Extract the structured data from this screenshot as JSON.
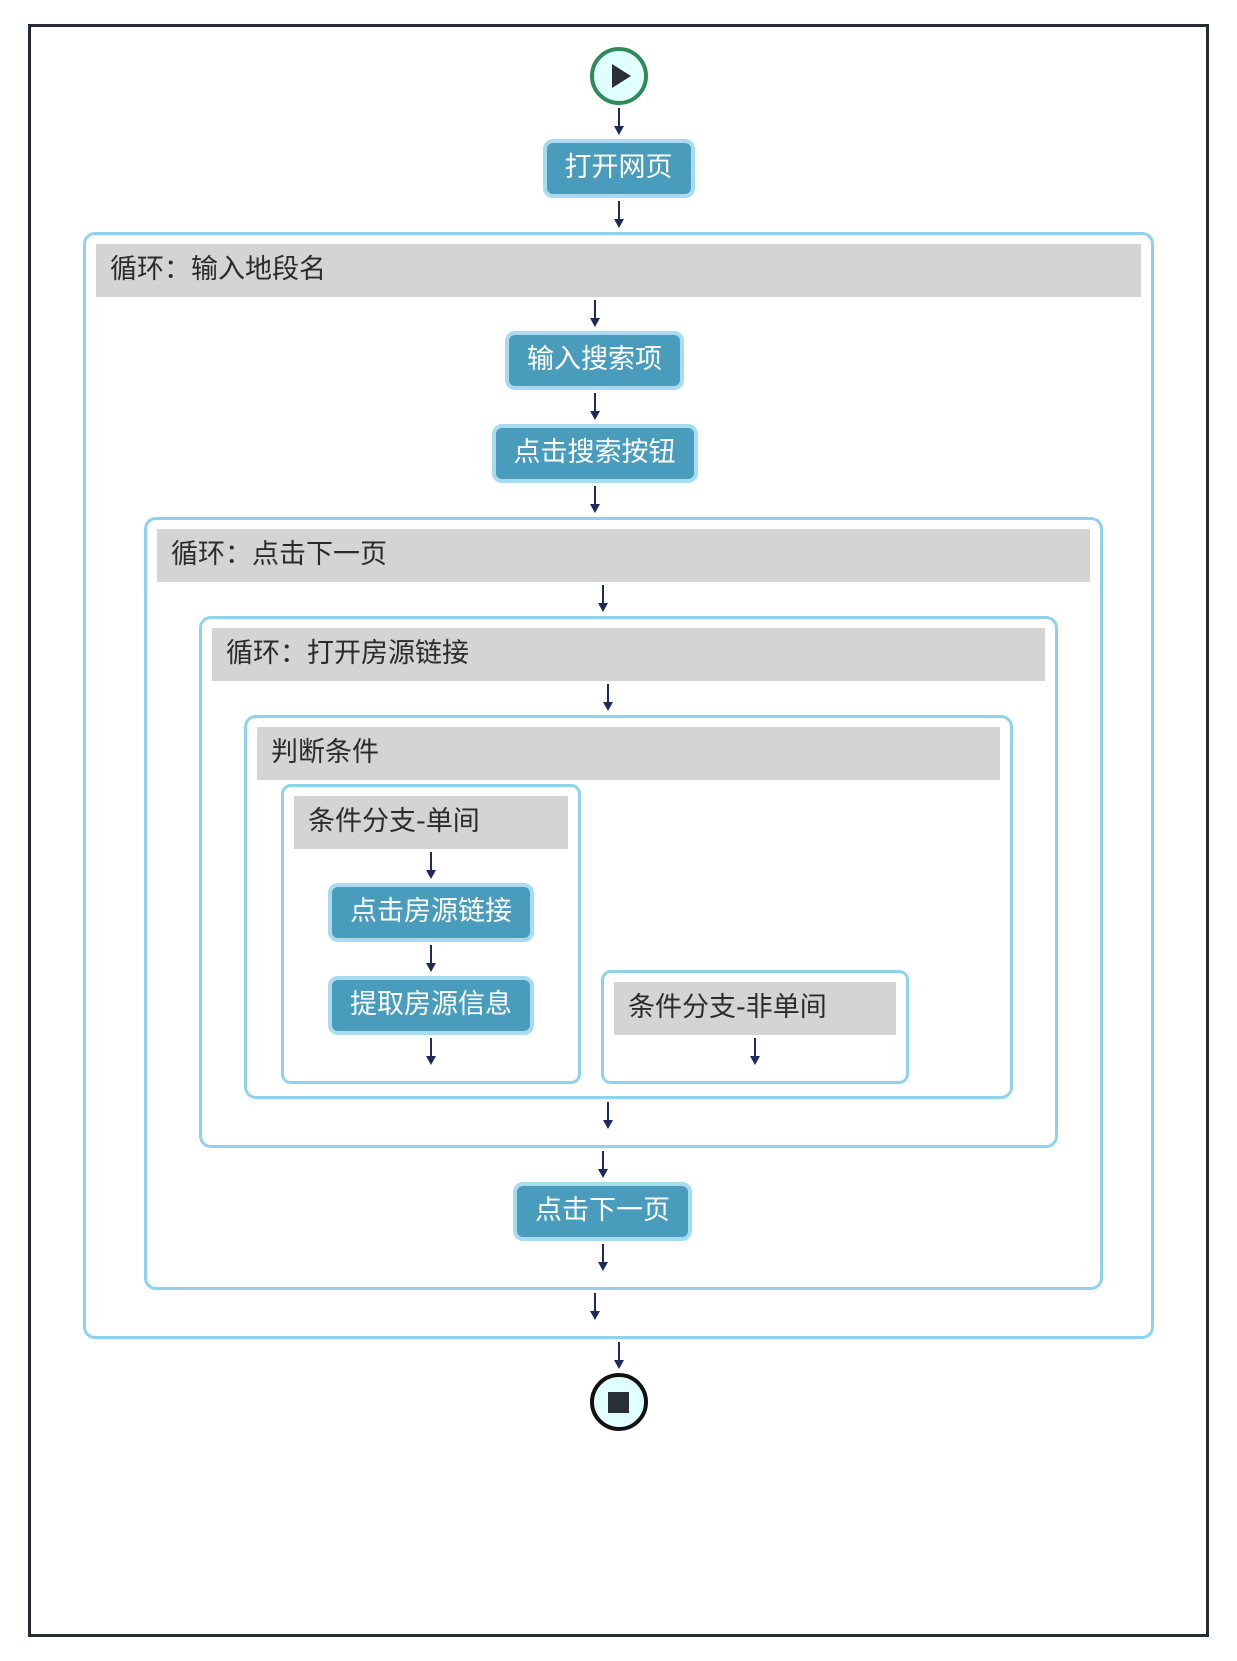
{
  "diagram": {
    "type": "flowchart",
    "title": "",
    "colors": {
      "frame_border": "#262b33",
      "step_fill": "#4a9cbd",
      "step_border": "#a6dcf0",
      "step_text": "#ffffff",
      "container_border": "#8ed2ee",
      "header_fill": "#d4d4d4",
      "header_text": "#2b2b2b",
      "arrow": "#1c2a5e",
      "start_border": "#2e8b57",
      "start_fill": "#e0ffff",
      "end_border": "#111111",
      "end_fill": "#e0ffff"
    },
    "start_node": {
      "icon": "play-icon",
      "label": ""
    },
    "end_node": {
      "icon": "stop-icon",
      "label": ""
    },
    "steps": {
      "open_page": "打开网页",
      "input_search_term": "输入搜索项",
      "click_search_button": "点击搜索按钮",
      "click_listing_link": "点击房源链接",
      "extract_listing_info": "提取房源信息",
      "click_next_page": "点击下一页"
    },
    "containers": {
      "loop_district": "循环：输入地段名",
      "loop_next_page": "循环：点击下一页",
      "loop_open_listing": "循环：打开房源链接",
      "condition": "判断条件",
      "branch_single_room": "条件分支-单间",
      "branch_non_single_room": "条件分支-非单间"
    }
  }
}
